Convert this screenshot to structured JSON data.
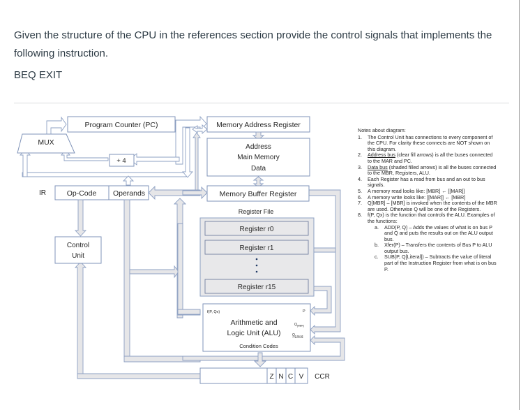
{
  "question": {
    "text": "Given the structure of the CPU in the references section provide the control signals that implements the following instruction.",
    "instruction": "BEQ EXIT"
  },
  "diagram": {
    "mux": "MUX",
    "pc": "Program Counter (PC)",
    "plus4": "+ 4",
    "ir_label": "IR",
    "opcode": "Op-Code",
    "operands": "Operands",
    "control_unit_line1": "Control",
    "control_unit_line2": "Unit",
    "mar": "Memory Address Register",
    "mem_line1": "Address",
    "mem_line2": "Main Memory",
    "mem_line3": "Data",
    "mbr": "Memory Buffer Register",
    "register_file": "Register File",
    "reg_r0": "Register r0",
    "reg_r1": "Register r1",
    "reg_r15": "Register r15",
    "alu_func": "f(P, Qx)",
    "alu_p": "P",
    "alu_qmbr": "Q[MBR]",
    "alu_qlit": "Q[Literal]",
    "alu_line1": "Arithmetic and",
    "alu_line2": "Logic Unit (ALU)",
    "alu_cc": "Condition Codes",
    "ccr_flags": [
      "Z",
      "N",
      "C",
      "V"
    ],
    "ccr_label": "CCR"
  },
  "notes": {
    "title": "Notes about diagram:",
    "items": [
      {
        "num": "1.",
        "text": "The Control Unit has connections to every component of the CPU. For clarity these connects are NOT shown on this diagram."
      },
      {
        "num": "2.",
        "underline": "Address bus",
        "text": " (clear fill arrows) is all the buses connected to the MAR and PC."
      },
      {
        "num": "3.",
        "underline": "Data bus",
        "text": " (shaded filled arrows) is all the buses connected to the MBR, Registers, ALU."
      },
      {
        "num": "4.",
        "text": "Each Register has a read from bus and an out to bus signals."
      },
      {
        "num": "5.",
        "text": "A memory read looks like: [MBR] ← [[MAR]]"
      },
      {
        "num": "6.",
        "text": "A memory write looks like: [[MAR]] ← [MBR]"
      },
      {
        "num": "7.",
        "text": "Q[MBR] – [MBR] is invoked when the contents of the MBR are used. Otherwise Q will be one of the Registers."
      },
      {
        "num": "8.",
        "text": "f(P, Qx) is the function that controls the ALU. Examples of the functions:"
      }
    ],
    "sub_items": [
      {
        "num": "a.",
        "text": "ADD(P, Q) – Adds the values of what is on bus P and Q and puts the results out on the ALU output bus."
      },
      {
        "num": "b.",
        "text": "Xfer(P) – Transfers the contents of Bus P to ALU output bus."
      },
      {
        "num": "c.",
        "text": "SUB(P, Q[Literal]) – Subtracts the value of literal part of the Instruction Register from what is on bus P."
      }
    ]
  }
}
